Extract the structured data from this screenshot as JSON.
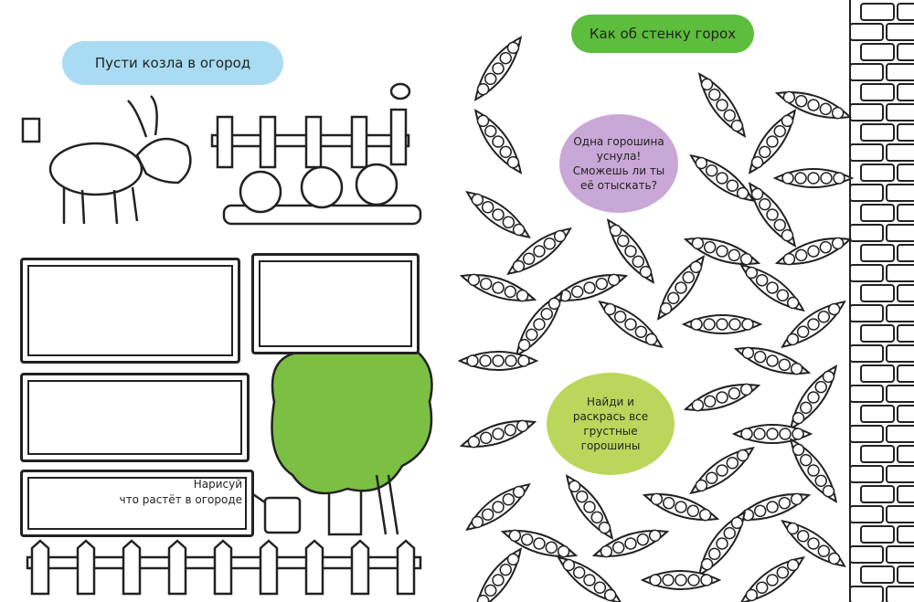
{
  "left_page": {
    "title": "Пусти козла в огород",
    "caption_line1": "Нарисуй",
    "caption_line2": "что растёт в огороде"
  },
  "right_page": {
    "title": "Как об стенку горох",
    "bubble_sleeping": "Одна горошина уснула! Сможешь ли ты её отыскать?",
    "bubble_sad": "Найди и раскрась все грустные горошины"
  },
  "colors": {
    "blue_cloud": "#a9dcf2",
    "green_banner": "#5dbd3c",
    "purple_bubble": "#c9a7d6",
    "lime_bubble": "#bcd65c",
    "tree": "#7cc043"
  }
}
